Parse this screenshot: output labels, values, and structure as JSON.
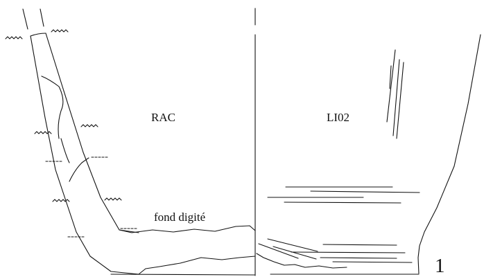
{
  "labels": {
    "left_section": "RAC",
    "right_section": "LI02",
    "base_note": "fond digité",
    "figure_number": "1"
  },
  "colors": {
    "ink": "#111111",
    "paper": "#ffffff"
  }
}
